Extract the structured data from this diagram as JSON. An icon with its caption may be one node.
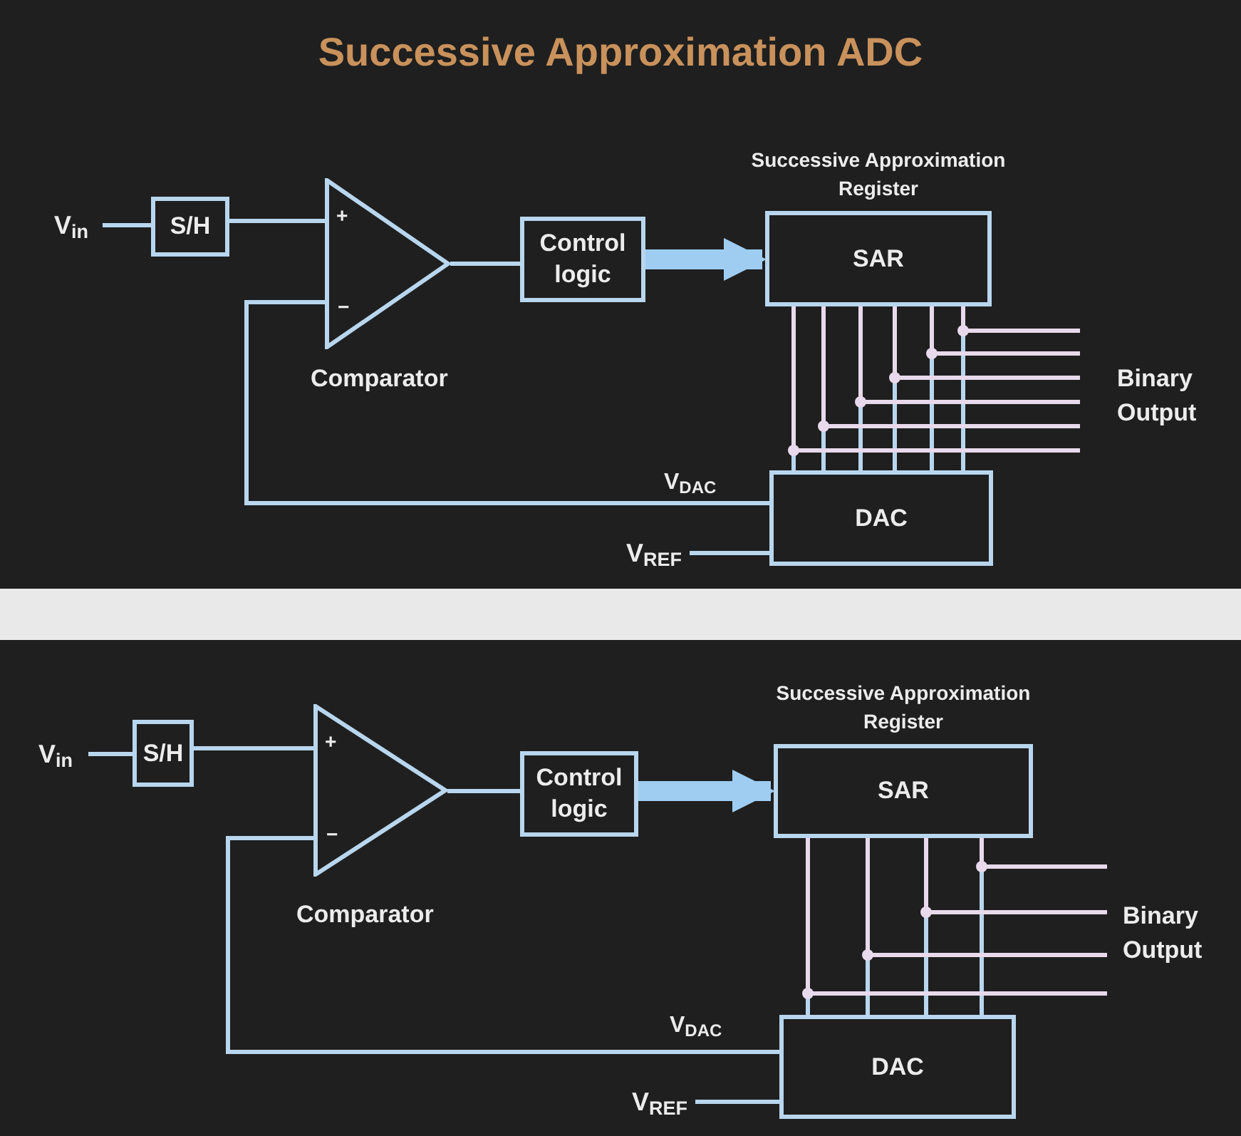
{
  "diagram": {
    "title": "Successive Approximation ADC",
    "nodes": [
      {
        "text": [
          "V$_{in}$"
        ]
      },
      {
        "text": [
          "S/H"
        ]
      },
      {
        "text": [
          "+",
          "−"
        ],
        "beside": [
          "Comparator"
        ]
      },
      {
        "text": [
          "Control logic"
        ]
      },
      {
        "text": [
          "Successive Approximation Register",
          "SAR"
        ]
      },
      {
        "text": [
          "DAC"
        ]
      },
      {
        "text": [
          "V$_{REF}$"
        ]
      },
      {
        "text": [
          "V$_{in}$"
        ]
      },
      {
        "text": [
          "S/H"
        ]
      },
      {
        "text": [
          "+",
          "−"
        ],
        "beside": [
          "Comparator"
        ]
      },
      {
        "text": [
          "Control logic"
        ]
      },
      {
        "text": [
          "Successive Approximation Register",
          "SAR"
        ]
      },
      {
        "text": [
          "DAC"
        ]
      },
      {
        "text": [
          "V$_{REF}$"
        ]
      }
    ],
    "edges": [
      {
        "from": 0,
        "to": 1,
        "arrow": "none"
      },
      {
        "from": 1,
        "to": 2,
        "arrow": "none"
      },
      {
        "from": 2,
        "to": 3,
        "arrow": "none"
      },
      {
        "from": 3,
        "to": 4,
        "arrow": "to",
        "style": "thick",
        "color": "#9fcdf2"
      },
      {
        "from": 5,
        "to": 2,
        "arrow": "none",
        "label": "V$_{DAC}$"
      },
      {
        "from": 6,
        "to": 5,
        "arrow": "none"
      },
      {
        "from": 4,
        "to": 5,
        "arrow": "none"
      },
      {
        "from": 4,
        "to": 5,
        "arrow": "none"
      },
      {
        "from": 4,
        "to": 5,
        "arrow": "none"
      },
      {
        "from": 4,
        "to": 5,
        "arrow": "none"
      },
      {
        "from": 4,
        "to": 5,
        "arrow": "none"
      },
      {
        "from": 4,
        "to": 5,
        "arrow": "none"
      },
      {
        "from": 4,
        "to": null,
        "arrow": "none",
        "color": "#e8d9ec"
      },
      {
        "from": 4,
        "to": null,
        "arrow": "none",
        "color": "#e8d9ec"
      },
      {
        "from": 4,
        "to": null,
        "arrow": "none",
        "color": "#e8d9ec"
      },
      {
        "from": 4,
        "to": null,
        "arrow": "none",
        "color": "#e8d9ec"
      },
      {
        "from": 4,
        "to": null,
        "arrow": "none",
        "color": "#e8d9ec"
      },
      {
        "from": 4,
        "to": null,
        "arrow": "none",
        "color": "#e8d9ec"
      },
      {
        "from": 7,
        "to": 8,
        "arrow": "none"
      },
      {
        "from": 8,
        "to": 9,
        "arrow": "none"
      },
      {
        "from": 9,
        "to": 10,
        "arrow": "none"
      },
      {
        "from": 10,
        "to": 11,
        "arrow": "to",
        "style": "thick",
        "color": "#9fcdf2"
      },
      {
        "from": 12,
        "to": 9,
        "arrow": "none",
        "label": "V$_{DAC}$"
      },
      {
        "from": 13,
        "to": 12,
        "arrow": "none"
      },
      {
        "from": 11,
        "to": 12,
        "arrow": "none"
      },
      {
        "from": 11,
        "to": 12,
        "arrow": "none"
      },
      {
        "from": 11,
        "to": 12,
        "arrow": "none"
      },
      {
        "from": 11,
        "to": 12,
        "arrow": "none"
      },
      {
        "from": 11,
        "to": null,
        "arrow": "none",
        "color": "#e8d9ec"
      },
      {
        "from": 11,
        "to": null,
        "arrow": "none",
        "color": "#e8d9ec"
      },
      {
        "from": 11,
        "to": null,
        "arrow": "none",
        "color": "#e8d9ec"
      },
      {
        "from": 11,
        "to": null,
        "arrow": "none",
        "color": "#e8d9ec"
      }
    ],
    "labels": [
      "Binary Output",
      "Binary Output"
    ]
  }
}
